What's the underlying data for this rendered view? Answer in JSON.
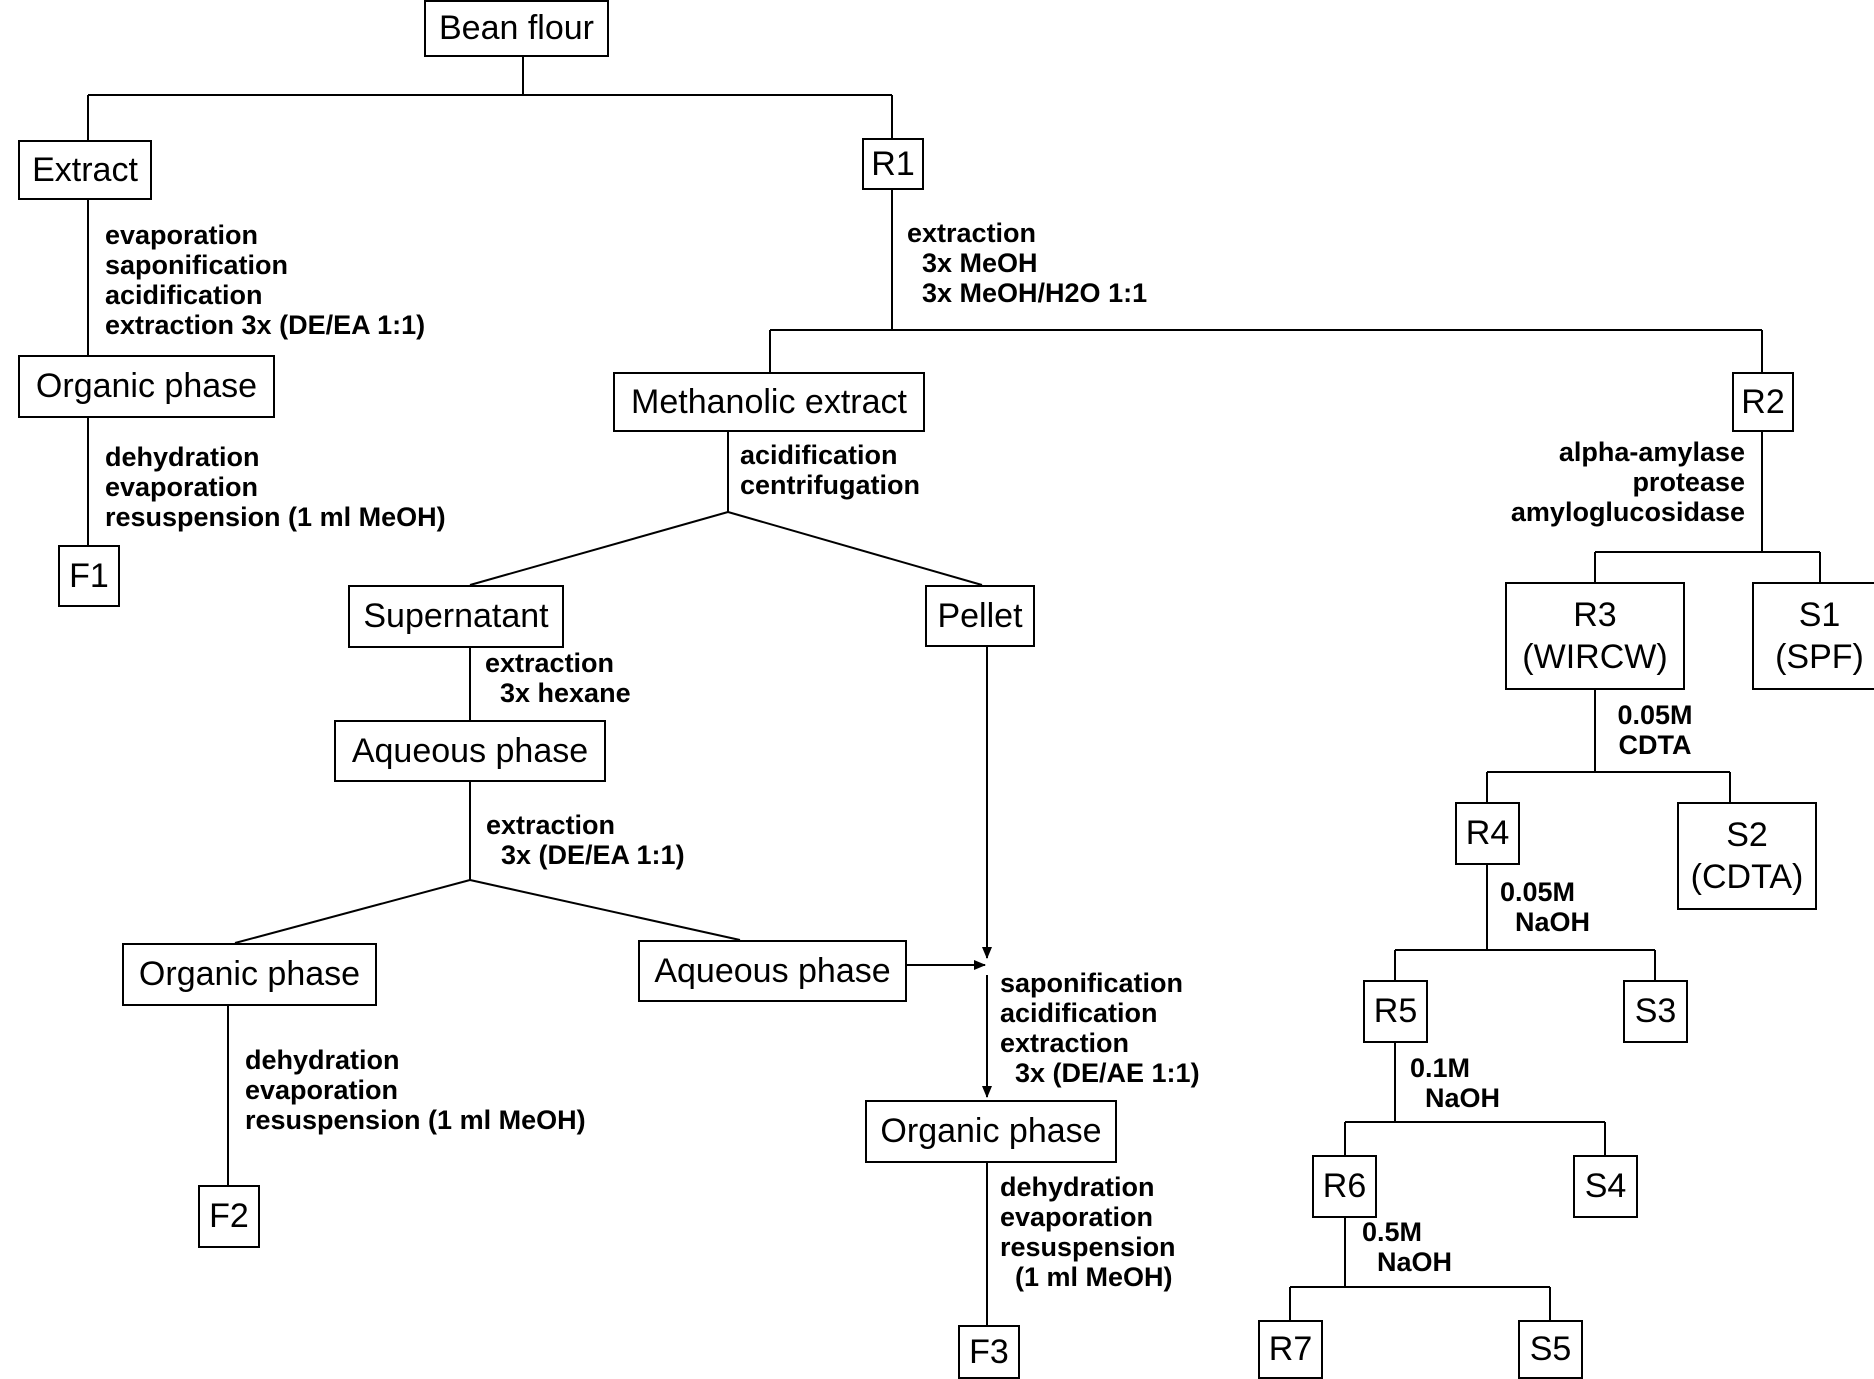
{
  "nodes": {
    "bean_flour": "Bean flour",
    "extract": "Extract",
    "r1": "R1",
    "organic_phase_1": "Organic phase",
    "f1": "F1",
    "methanolic_extract": "Methanolic extract",
    "r2": "R2",
    "supernatant": "Supernatant",
    "pellet": "Pellet",
    "aqueous_phase_1": "Aqueous phase",
    "organic_phase_2": "Organic phase",
    "aqueous_phase_2": "Aqueous phase",
    "f2": "F2",
    "organic_phase_3": "Organic phase",
    "f3": "F3",
    "r3": "R3\n(WIRCW)",
    "s1": "S1\n(SPF)",
    "r4": "R4",
    "s2": "S2\n(CDTA)",
    "r5": "R5",
    "s3": "S3",
    "r6": "R6",
    "s4": "S4",
    "r7": "R7",
    "s5": "S5"
  },
  "notes": {
    "extract_steps": "evaporation\nsaponification\nacidification\nextraction 3x (DE/EA 1:1)",
    "organic_steps_1": "dehydration\nevaporation\nresuspension (1 ml MeOH)",
    "r1_steps": "extraction\n  3x MeOH\n  3x MeOH/H2O 1:1",
    "methanolic_steps": "acidification\ncentrifugation",
    "r2_steps": "alpha-amylase\nprotease\namyloglucosidase",
    "supernatant_steps": "extraction\n  3x hexane",
    "aqueous_steps": "extraction\n  3x (DE/EA 1:1)",
    "organic_steps_2": "dehydration\nevaporation\nresuspension (1 ml MeOH)",
    "pellet_steps": "saponification\nacidification\nextraction\n  3x (DE/AE 1:1)",
    "organic_steps_3": "dehydration\nevaporation\nresuspension\n  (1 ml MeOH)",
    "r3_steps": "0.05M\nCDTA",
    "r4_steps": "0.05M\n  NaOH",
    "r5_steps": "0.1M\n  NaOH",
    "r6_steps": "0.5M\n  NaOH"
  }
}
